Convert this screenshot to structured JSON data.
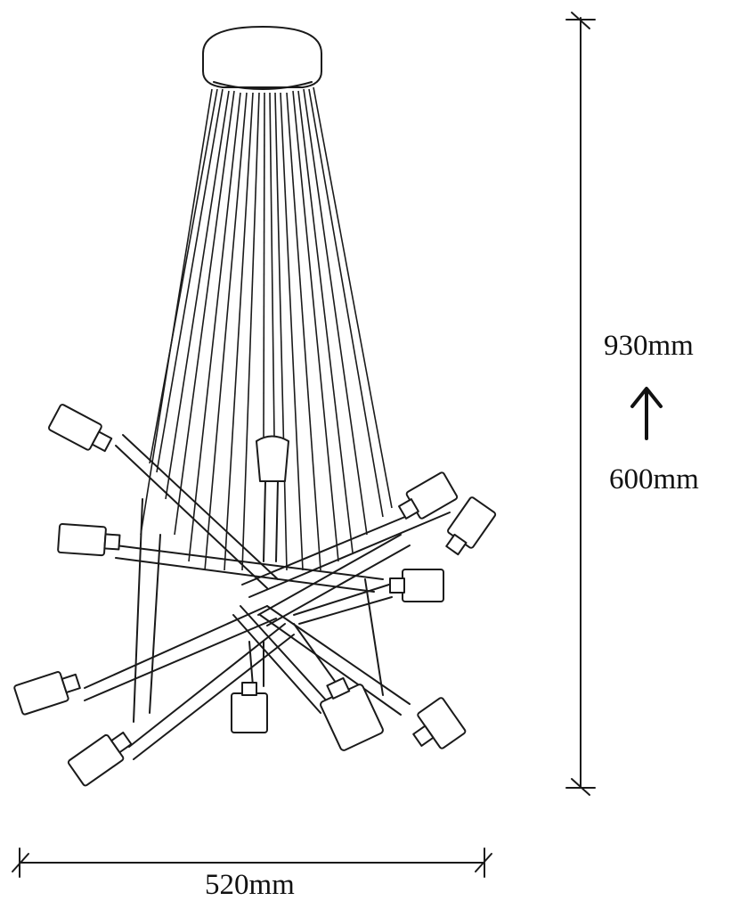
{
  "dimensions": {
    "height_max": "930mm",
    "height_min": "600mm",
    "width": "520mm",
    "adjust_symbol": "up-arrow-icon"
  }
}
